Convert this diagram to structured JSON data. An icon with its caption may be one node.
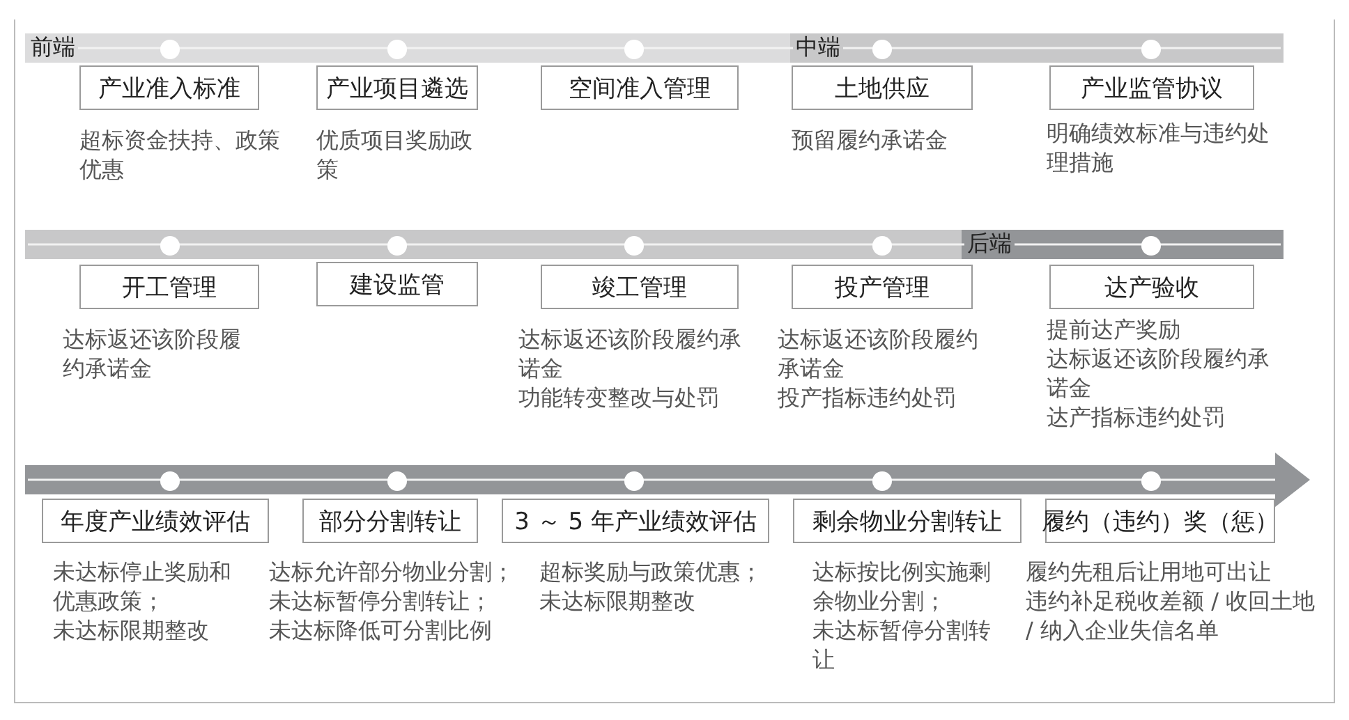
{
  "diagram": {
    "nodes": [
      {
        "text": [
          "产业准入标准"
        ],
        "beside": [
          "超标资金扶持、政策优惠"
        ]
      },
      {
        "text": [
          "产业项目遴选"
        ],
        "beside": [
          "优质项目奖励政策"
        ]
      },
      {
        "text": [
          "空间准入管理"
        ]
      },
      {
        "text": [
          "土地供应"
        ],
        "beside": [
          "预留履约承诺金"
        ]
      },
      {
        "text": [
          "产业监管协议"
        ],
        "beside": [
          "明确绩效标准与违约处理措施"
        ]
      },
      {
        "text": [
          "开工管理"
        ],
        "beside": [
          "达标返还该阶段履约承诺金"
        ]
      },
      {
        "text": [
          "建设监管"
        ]
      },
      {
        "text": [
          "竣工管理"
        ],
        "beside": [
          "达标返还该阶段履约承诺金",
          "功能转变整改与处罚"
        ]
      },
      {
        "text": [
          "投产管理"
        ],
        "beside": [
          "达标返还该阶段履约承诺金",
          "投产指标违约处罚"
        ]
      },
      {
        "text": [
          "达产验收"
        ],
        "beside": [
          "提前达产奖励",
          "达标返还该阶段履约承诺金",
          "达产指标违约处罚"
        ]
      },
      {
        "text": [
          "年度产业绩效评估"
        ],
        "beside": [
          "未达标停止奖励和优惠政策；",
          "未达标限期整改"
        ]
      },
      {
        "text": [
          "部分分割转让"
        ],
        "beside": [
          "达标允许部分物业分割；",
          "未达标暂停分割转让；",
          "未达标降低可分割比例"
        ]
      },
      {
        "text": [
          "3 ～ 5 年产业绩效评估"
        ],
        "beside": [
          "超标奖励与政策优惠；",
          "未达标限期整改"
        ]
      },
      {
        "text": [
          "剩余物业分割转让"
        ],
        "beside": [
          "达标按比例实施剩余物业分割；",
          "未达标暂停分割转让"
        ]
      },
      {
        "text": [
          "履约（违约）奖（惩）"
        ],
        "beside": [
          "履约先租后让用地可出让",
          "违约补足税收差额 / 收回土地 / 纳入企业失信名单"
        ]
      }
    ],
    "labels": [
      "前端",
      "中端",
      "后端"
    ]
  }
}
